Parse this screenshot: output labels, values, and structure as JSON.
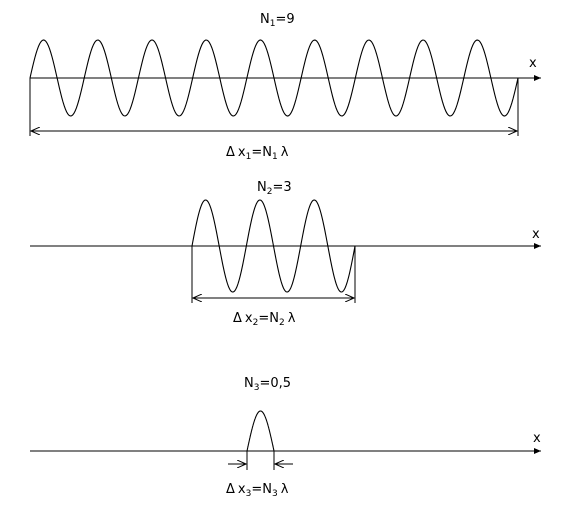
{
  "panels": [
    {
      "count_label": {
        "symbol": "N",
        "sub": "1",
        "eq": "=9"
      },
      "axis_label": "x",
      "span_label": {
        "delta": "Δ",
        "x": "x",
        "x_sub": "1",
        "eq": "=N",
        "n_sub": "1",
        "lambda": "λ"
      },
      "periods": 9
    },
    {
      "count_label": {
        "symbol": "N",
        "sub": "2",
        "eq": "=3"
      },
      "axis_label": "x",
      "span_label": {
        "delta": "Δ",
        "x": "x",
        "x_sub": "2",
        "eq": "=N",
        "n_sub": "2",
        "lambda": "λ"
      },
      "periods": 3
    },
    {
      "count_label": {
        "symbol": "N",
        "sub": "3",
        "eq": "=0,5"
      },
      "axis_label": "x",
      "span_label": {
        "delta": "Δ",
        "x": "x",
        "x_sub": "3",
        "eq": "=N",
        "n_sub": "3",
        "lambda": "λ"
      },
      "periods": 0.5
    }
  ]
}
